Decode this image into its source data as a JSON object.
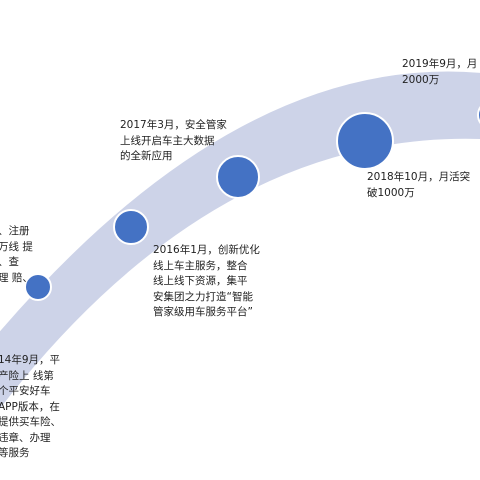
{
  "colors": {
    "band": "#cdd3e8",
    "milestone": "#4472c4",
    "milestone_stroke": "#ffffff",
    "text": "#222222"
  },
  "milestones": [
    {
      "text": "14年9月，平\n产险上 线第\n个平安好车\nAPP版本，在\n提供买车险、\n违章、办理\n等服务"
    },
    {
      "text": "、注册\n万线 提\n、查\n理 赔、"
    },
    {
      "text": "2016年1月，创新优化\n线上车主服务，整合\n线上线下资源，集平\n安集团之力打造“智能\n管家级用车服务平台”"
    },
    {
      "text": "2017年3月，安全管家\n上线开启车主大数据\n的全新应用"
    },
    {
      "text": "2018年10月，月活突\n破1000万"
    },
    {
      "text": "2019年9月，月\n2000万"
    }
  ]
}
